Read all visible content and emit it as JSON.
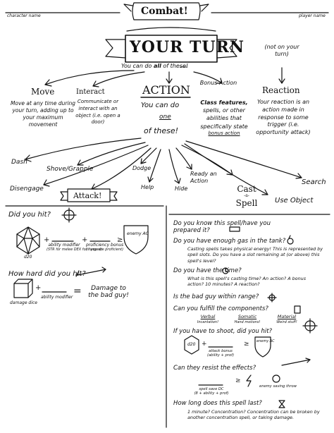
{
  "header": {
    "character_name_label": "character name",
    "title": "Combat!",
    "player_name_label": "player name"
  },
  "banner": {
    "your_turn": "YOUR TURN",
    "can_do": "You can do",
    "all": "all",
    "of_these": "of these!"
  },
  "not_on_turn": "(not on your turn)",
  "move": {
    "title": "Move",
    "desc": "Move at any time during your turn, adding up to your maximum movement"
  },
  "interact": {
    "title": "Interact",
    "desc": "Communicate or interact with an object (i.e. open a door)"
  },
  "action": {
    "title": "ACTION",
    "can_do": "You can do",
    "one": "one",
    "of_these": "of these!"
  },
  "bonus": {
    "title": "Bonus Action",
    "desc_line1": "Class features,",
    "desc_line2": "spells, or other",
    "desc_line3": "abilities that",
    "desc_line4": "specifically state",
    "desc_line5": "bonus action"
  },
  "reaction": {
    "title": "Reaction",
    "desc": "Your reaction is an action made in response to some trigger (i.e. opportunity attack)"
  },
  "actions": {
    "dash": "Dash",
    "shove": "Shove/Grapple",
    "disengage": "Disengage",
    "attack": "Attack!",
    "dodge": "Dodge",
    "help": "Help",
    "hide": "Hide",
    "ready": "Ready an Action",
    "cast": "Cast",
    "a": "-a-",
    "spell": "Spell",
    "search": "Search",
    "use_object": "Use Object"
  },
  "attack_panel": {
    "did_you_hit": "Did you hit?",
    "d20": "d20",
    "ability_modifier": "ability modifier",
    "str_dex": "(STR for melee DEX for ranged)",
    "proficiency": "proficiency bonus",
    "if_proficient": "(if you are proficient)",
    "enemy_ac": "enemy AC",
    "how_hard": "How hard did you hit?",
    "damage_dice": "damage dice",
    "ability_modifier2": "ability modifier",
    "damage_to": "Damage to the bad guy!"
  },
  "spell_panel": {
    "q1": "Do you know this spell/have you prepared it?",
    "q2": "Do you have enough gas in the tank?",
    "q2_desc": "Casting spells takes physical energy! This is represented by spell slots. Do you have a slot remaining at (or above) this spell's level?",
    "q3": "Do you have the time?",
    "q3_desc": "What is this spell's casting time? An action? A bonus action? 10 minutes? A reaction?",
    "q4": "Is the bad guy within range?",
    "q5": "Can you fulfill the components?",
    "verbal": "Verbal",
    "verbal_desc": "Incantation!",
    "somatic": "Somatic",
    "somatic_desc": "Hand motions!",
    "material": "Material",
    "material_desc": "Weird stuff!",
    "q6": "If you have to shoot, did you hit?",
    "d20": "d20",
    "attack_bonus": "attack bonus",
    "attack_bonus_sub": "(ability + prof)",
    "enemy_ac": "enemy AC",
    "q7": "Can they resist the effects?",
    "spell_save_dc": "spell save DC",
    "spell_save_sub": "(8 + ability + prof)",
    "enemy_saving": "enemy saving throw",
    "q8": "How long does this spell last?",
    "q8_desc": "1 minute? Concentration? Concentration can be broken by another concentration spell, or taking damage."
  }
}
